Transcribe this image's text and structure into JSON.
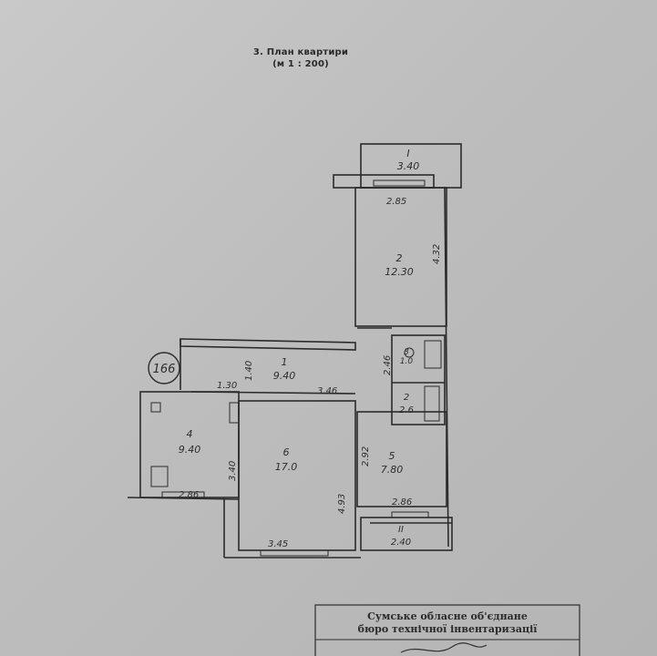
{
  "document": {
    "title": "3. План квартири",
    "scale": "(м 1 : 200)",
    "stamp_line1": "Сумське обласне об'єднане",
    "stamp_line2": "бюро технічної інвентаризації"
  },
  "marker": {
    "label": "166"
  },
  "rooms": [
    {
      "id": "balcony-top",
      "number": "I",
      "area": "3.40"
    },
    {
      "id": "room-2",
      "number": "2",
      "area": "12.30"
    },
    {
      "id": "room-1",
      "number": "1",
      "area": "9.40"
    },
    {
      "id": "room-3-bath",
      "number": "3",
      "area": "1.0"
    },
    {
      "id": "room-2b",
      "number": "2",
      "area": "2.6"
    },
    {
      "id": "room-4",
      "number": "4",
      "area": "9.40"
    },
    {
      "id": "room-6",
      "number": "6",
      "area": "17.0"
    },
    {
      "id": "room-5",
      "number": "5",
      "area": "7.80"
    },
    {
      "id": "balcony-bottom",
      "number": "II",
      "area": "2.40"
    }
  ],
  "dimensions": {
    "d_2_85": "2.85",
    "d_4_32": "4.32",
    "d_2_46": "2.46",
    "d_1_40": "1.40",
    "d_1_30": "1.30",
    "d_3_46": "3.46",
    "d_3_40": "3.40",
    "d_4_93": "4.93",
    "d_2_92": "2.92",
    "d_2_86_left": "2.86",
    "d_2_86_right": "2.86",
    "d_3_45": "3.45"
  }
}
